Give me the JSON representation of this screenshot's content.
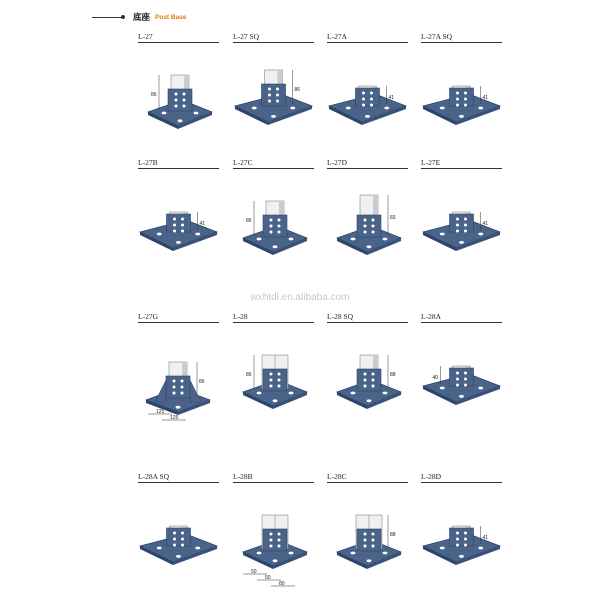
{
  "header": {
    "title_cn": "底座",
    "title_en": "Post Base"
  },
  "watermark": "wxhtdl.en.alibaba.com",
  "colors": {
    "plate": "#4a6489",
    "plate_edge": "#2e4468",
    "post": "#eef0f2",
    "post_shade": "#c9cdd3",
    "accent": "#e07a10"
  },
  "products": [
    {
      "label": "L-27",
      "dims": [
        "86"
      ]
    },
    {
      "label": "L-27 SQ",
      "dims": [
        "86"
      ]
    },
    {
      "label": "L-27A",
      "dims": [
        "41"
      ]
    },
    {
      "label": "L-27A SQ",
      "dims": [
        "41"
      ]
    },
    {
      "label": "L-27B",
      "dims": [
        "41"
      ]
    },
    {
      "label": "L-27C",
      "dims": [
        "86"
      ]
    },
    {
      "label": "L-27D",
      "dims": [
        "83"
      ]
    },
    {
      "label": "L-27E",
      "dims": [
        "41"
      ]
    },
    {
      "label": "L-27G",
      "dims": [
        "86",
        "125",
        "125"
      ]
    },
    {
      "label": "L-28",
      "dims": [
        "86"
      ]
    },
    {
      "label": "L-28 SQ",
      "dims": [
        "88"
      ]
    },
    {
      "label": "L-28A",
      "dims": [
        "40"
      ]
    },
    {
      "label": "L-28A SQ",
      "dims": []
    },
    {
      "label": "L-28B",
      "dims": [
        "50",
        "50",
        "80"
      ]
    },
    {
      "label": "L-28C",
      "dims": [
        "88"
      ]
    },
    {
      "label": "L-28D",
      "dims": [
        "41"
      ]
    }
  ]
}
